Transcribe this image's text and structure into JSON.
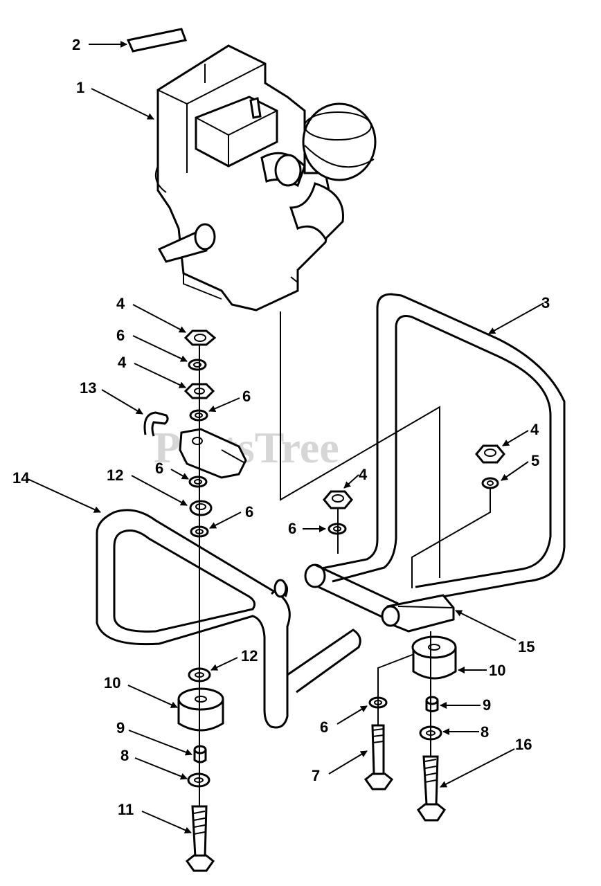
{
  "watermark": "PartsTree",
  "callouts": {
    "c1": "1",
    "c2": "2",
    "c3": "3",
    "c4a": "4",
    "c4b": "4",
    "c4c": "4",
    "c4d": "4",
    "c5": "5",
    "c6a": "6",
    "c6b": "6",
    "c6c": "6",
    "c6d": "6",
    "c6e": "6",
    "c6f": "6",
    "c7": "7",
    "c8a": "8",
    "c8b": "8",
    "c9a": "9",
    "c9b": "9",
    "c10a": "10",
    "c10b": "10",
    "c11": "11",
    "c12a": "12",
    "c12b": "12",
    "c13": "13",
    "c14": "14",
    "c15": "15",
    "c16": "16"
  }
}
